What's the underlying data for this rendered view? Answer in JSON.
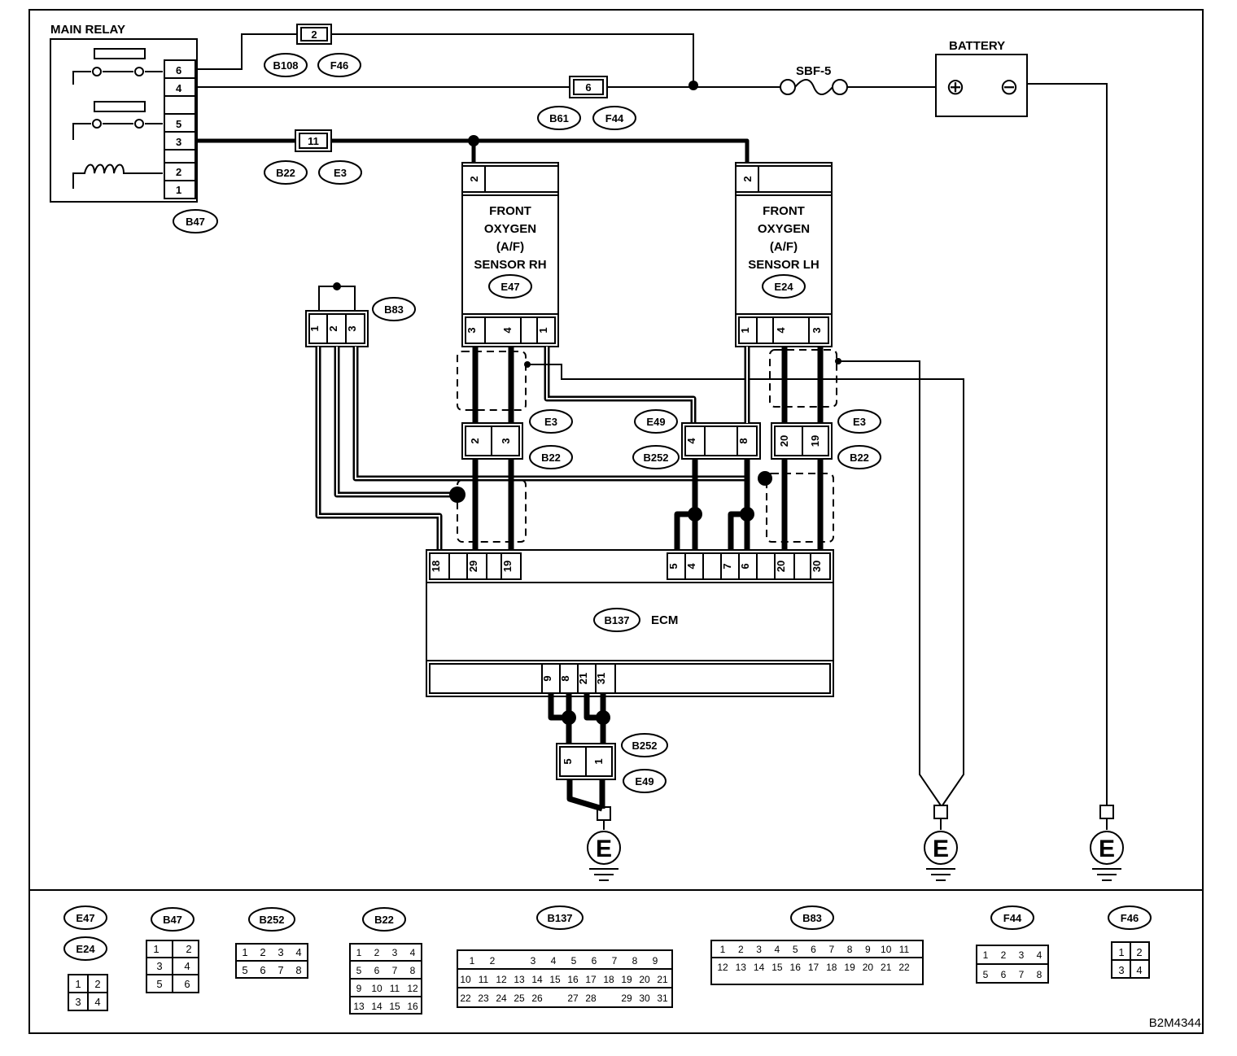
{
  "diagram_code": "B2M4344",
  "main_relay": {
    "title": "MAIN RELAY",
    "pins": [
      "6",
      "4",
      "",
      "5",
      "3",
      "2",
      "1"
    ],
    "connector": "B47"
  },
  "battery": {
    "title": "BATTERY",
    "plus": "⊕",
    "minus": "⊖"
  },
  "fuse": {
    "label": "SBF-5"
  },
  "joint_b108": {
    "pin": "2",
    "labels": [
      "B108",
      "F46"
    ]
  },
  "joint_b61": {
    "pin": "6",
    "labels": [
      "B61",
      "F44"
    ]
  },
  "joint_b22_top": {
    "pin": "11",
    "labels": [
      "B22",
      "E3"
    ]
  },
  "sensor_rh": {
    "lines": [
      "FRONT",
      "OXYGEN",
      "(A/F)",
      "SENSOR RH"
    ],
    "connector": "E47",
    "top_pin": "2",
    "bottom_pins": [
      "3",
      "4",
      "",
      "1"
    ]
  },
  "sensor_lh": {
    "lines": [
      "FRONT",
      "OXYGEN",
      "(A/F)",
      "SENSOR LH"
    ],
    "connector": "E24",
    "top_pin": "2",
    "bottom_pins": [
      "1",
      "4",
      "",
      "3"
    ]
  },
  "b83": {
    "connector": "B83",
    "pins": [
      "1",
      "2",
      "3"
    ]
  },
  "mid_left": {
    "pins": [
      "2",
      "3"
    ],
    "labels": [
      "E3",
      "B22"
    ]
  },
  "mid_center": {
    "pins": [
      "4",
      "8"
    ],
    "labels": [
      "E49",
      "B252"
    ]
  },
  "mid_right": {
    "pins": [
      "20",
      "19"
    ],
    "labels": [
      "E3",
      "B22"
    ]
  },
  "ecm": {
    "name": "ECM",
    "connector": "B137",
    "top_pins": [
      "18",
      "29",
      "19",
      "5",
      "4",
      "7",
      "6",
      "20",
      "30"
    ],
    "bottom_pins": [
      "9",
      "8",
      "21",
      "31"
    ]
  },
  "ground_joint": {
    "pins": [
      "5",
      "1"
    ],
    "labels": [
      "B252",
      "E49"
    ]
  },
  "ground_symbol": "E",
  "legend": {
    "e47_label": "E47",
    "e24_label": "E24",
    "e47_pins": [
      "1",
      "2",
      "3",
      "4"
    ],
    "b47_label": "B47",
    "b47_pins": [
      "1",
      "2",
      "3",
      "4",
      "5",
      "6"
    ],
    "b252_label": "B252",
    "b252_pins": [
      "1",
      "2",
      "3",
      "4",
      "5",
      "6",
      "7",
      "8"
    ],
    "b22_label": "B22",
    "b22_pins": [
      "1",
      "2",
      "3",
      "4",
      "5",
      "6",
      "7",
      "8",
      "9",
      "10",
      "11",
      "12",
      "13",
      "14",
      "15",
      "16"
    ],
    "b137_label": "B137",
    "b137_row1": [
      "1",
      "2",
      "",
      "3",
      "4",
      "5",
      "6",
      "7",
      "8",
      "9"
    ],
    "b137_row2": [
      "10",
      "11",
      "12",
      "13",
      "14",
      "15",
      "16",
      "17",
      "18",
      "19",
      "20",
      "21"
    ],
    "b137_row3": [
      "22",
      "23",
      "24",
      "25",
      "26",
      "",
      "27",
      "28",
      "",
      "29",
      "30",
      "31"
    ],
    "b83_label": "B83",
    "b83_row1": [
      "1",
      "2",
      "3",
      "4",
      "5",
      "6",
      "7",
      "8",
      "9",
      "10",
      "11"
    ],
    "b83_row2": [
      "12",
      "13",
      "14",
      "15",
      "16",
      "17",
      "18",
      "19",
      "20",
      "21",
      "22"
    ],
    "f44_label": "F44",
    "f44_pins": [
      "1",
      "2",
      "3",
      "4",
      "5",
      "6",
      "7",
      "8"
    ],
    "f46_label": "F46",
    "f46_pins": [
      "1",
      "2",
      "3",
      "4"
    ]
  }
}
